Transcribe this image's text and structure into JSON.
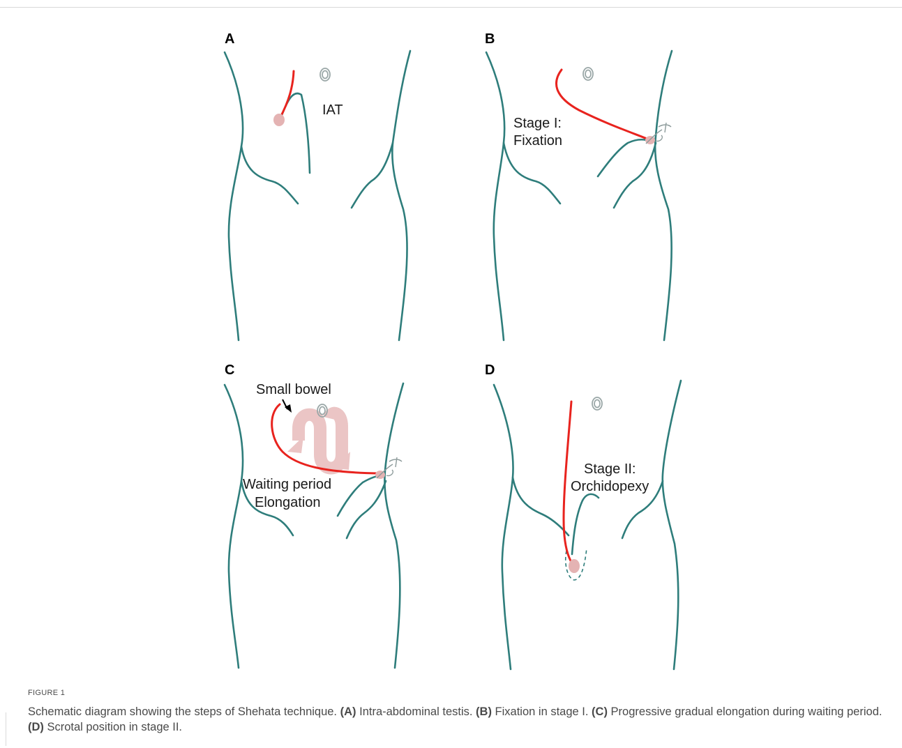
{
  "panels": {
    "a": {
      "letter": "A",
      "label": "IAT"
    },
    "b": {
      "letter": "B",
      "label_line1": "Stage I:",
      "label_line2": "Fixation"
    },
    "c": {
      "letter": "C",
      "pointer_label": "Small bowel",
      "label_line1": "Waiting period",
      "label_line2": "Elongation"
    },
    "d": {
      "letter": "D",
      "label_line1": "Stage II:",
      "label_line2": "Orchidopexy"
    }
  },
  "caption": {
    "figure_label": "FIGURE 1",
    "intro": "Schematic diagram showing the steps of Shehata technique.",
    "ref_a": "(A)",
    "text_a": "Intra-abdominal testis.",
    "ref_b": "(B)",
    "text_b": "Fixation in stage I.",
    "ref_c": "(C)",
    "text_c": "Progressive gradual elongation during waiting period.",
    "ref_d": "(D)",
    "text_d": "Scrotal position in stage II."
  },
  "colors": {
    "body_outline": "#2e7d7b",
    "spermatic_cord": "#e8231e",
    "testis": "#e4b3b3",
    "bowel": "#ebc5c5"
  }
}
